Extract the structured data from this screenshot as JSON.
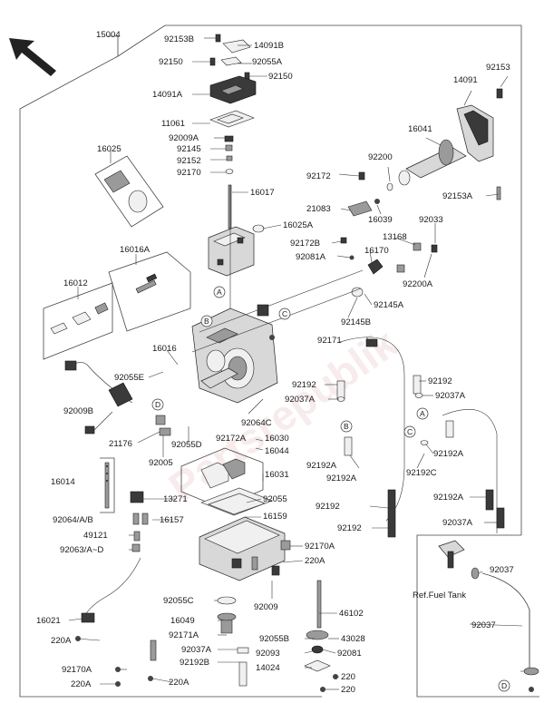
{
  "watermark": "Partsrepublik",
  "note_fuel_tank": "Ref.Fuel Tank",
  "labels": [
    "15004",
    "92153B",
    "14091B",
    "92150",
    "92055A",
    "92150",
    "14091A",
    "11061",
    "92009A",
    "92145",
    "92152",
    "92170",
    "16017",
    "16025",
    "16025A",
    "16016A",
    "16012",
    "16016",
    "92055E",
    "92009B",
    "21176",
    "92005",
    "92055D",
    "92064C",
    "92172A",
    "16030",
    "16044",
    "16031",
    "16014",
    "13271",
    "92055",
    "92064/A/B",
    "16157",
    "16159",
    "49121",
    "92063/A~D",
    "92170A",
    "220A",
    "16021",
    "220A",
    "92055C",
    "92009",
    "16049",
    "46102",
    "92171A",
    "92055B",
    "43028",
    "92037A",
    "92093",
    "92081",
    "92192B",
    "14024",
    "220",
    "220",
    "92170A",
    "220A",
    "220A",
    "92153",
    "14091",
    "16041",
    "92200",
    "92172",
    "21083",
    "16039",
    "92033",
    "92153A",
    "13168",
    "92172B",
    "92081A",
    "16170",
    "92200A",
    "92145A",
    "92145B",
    "92171",
    "92192",
    "92192",
    "92037A",
    "92037A",
    "92192A",
    "92192A",
    "92192A",
    "92192",
    "92192",
    "92192A",
    "92037A",
    "92192C",
    "92037",
    "92037"
  ],
  "callouts": [
    "A",
    "B",
    "C",
    "D",
    "A",
    "B",
    "C",
    "D"
  ]
}
